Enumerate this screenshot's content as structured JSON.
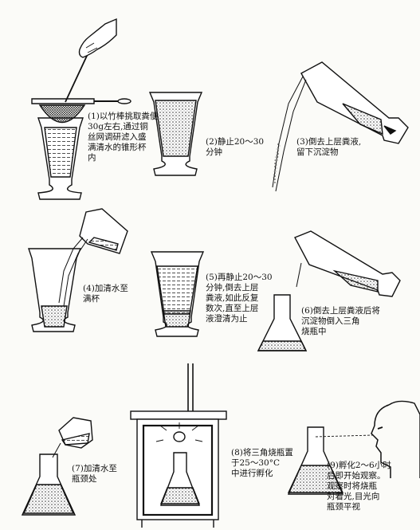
{
  "steps": [
    {
      "n": "(1)",
      "text": "以竹棒挑取粪便\n30g左右,通过铜\n丝网调研滤入盛\n满清水的锥形杯\n内"
    },
    {
      "n": "(2)",
      "text": "静止20～30\n分钟"
    },
    {
      "n": "(3)",
      "text": "倒去上层粪液,\n留下沉淀物"
    },
    {
      "n": "(4)",
      "text": "加清水至\n满杯"
    },
    {
      "n": "(5)",
      "text": "再静止20～30\n分钟,倒去上层\n粪液,如此反复\n数次,直至上层\n液澄清为止"
    },
    {
      "n": "(6)",
      "text": "倒去上层粪液后将\n沉淀物倒入三角\n烧瓶中"
    },
    {
      "n": "(7)",
      "text": "加清水至\n瓶颈处"
    },
    {
      "n": "(8)",
      "text": "将三角烧瓶置\n于25～30°C\n中进行孵化"
    },
    {
      "n": "(9)",
      "text": "孵化2～6小时\n后即开始观察。\n观察时将烧瓶\n对着光,目光向\n瓶颈平视"
    }
  ]
}
